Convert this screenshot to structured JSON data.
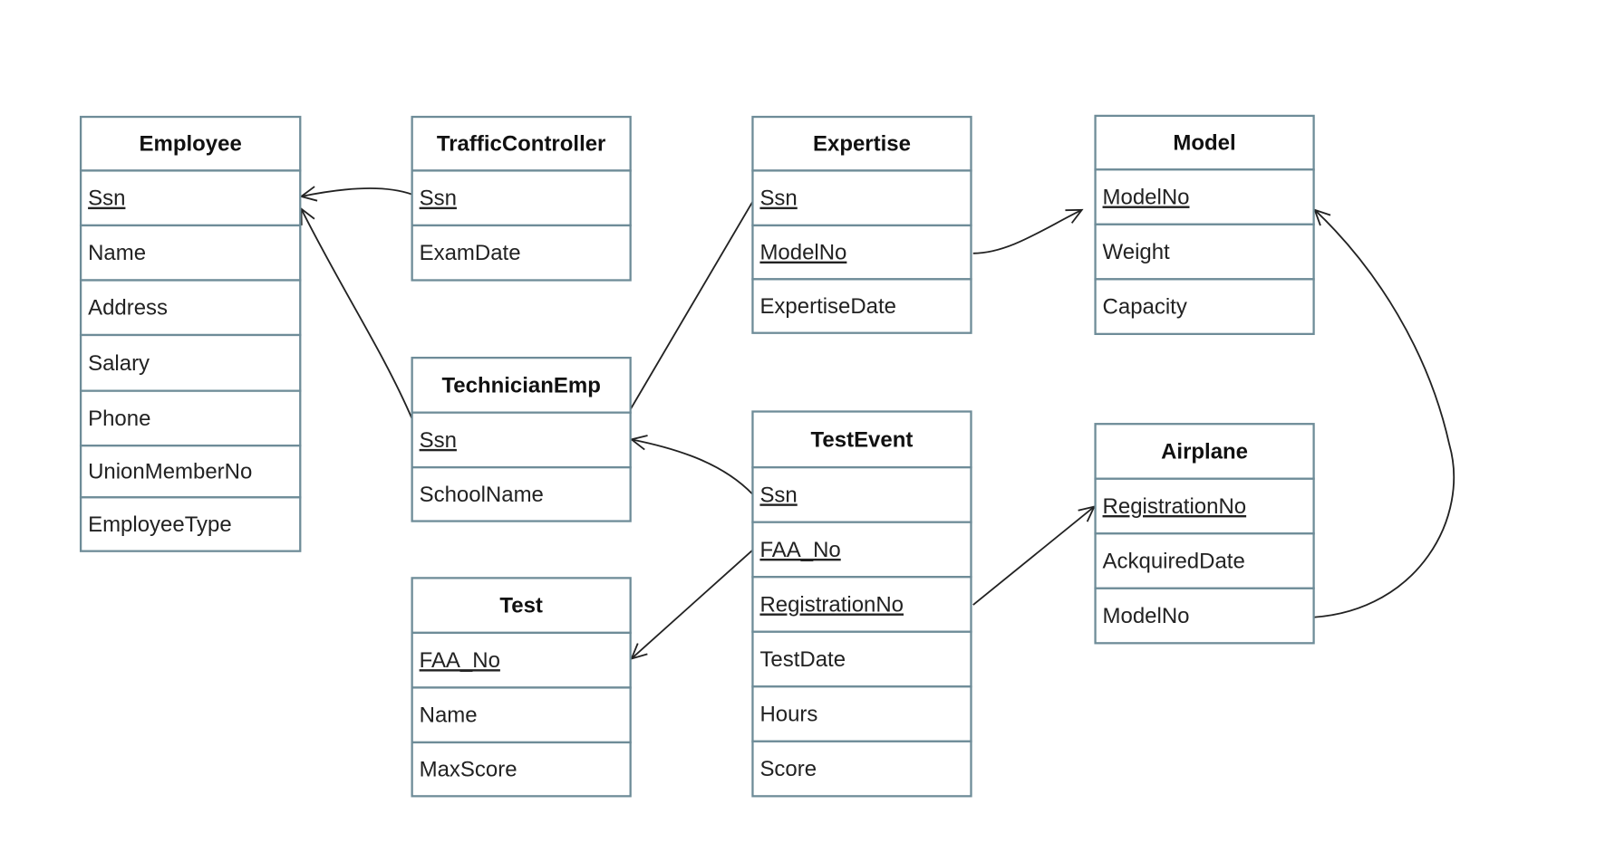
{
  "entities": [
    {
      "id": "employee",
      "title": "Employee",
      "attributes": [
        {
          "name": "Ssn",
          "key": true
        },
        {
          "name": "Name"
        },
        {
          "name": "Address"
        },
        {
          "name": "Salary"
        },
        {
          "name": "Phone"
        },
        {
          "name": "UnionMemberNo"
        },
        {
          "name": "EmployeeType"
        }
      ]
    },
    {
      "id": "trafficcontroller",
      "title": "TrafficController",
      "attributes": [
        {
          "name": "Ssn",
          "key": true
        },
        {
          "name": "ExamDate"
        }
      ]
    },
    {
      "id": "expertise",
      "title": "Expertise",
      "attributes": [
        {
          "name": "Ssn",
          "key": true
        },
        {
          "name": "ModelNo",
          "key": true
        },
        {
          "name": "ExpertiseDate"
        }
      ]
    },
    {
      "id": "model",
      "title": "Model",
      "attributes": [
        {
          "name": "ModelNo",
          "key": true
        },
        {
          "name": "Weight"
        },
        {
          "name": "Capacity"
        }
      ]
    },
    {
      "id": "technicianemp",
      "title": "TechnicianEmp",
      "attributes": [
        {
          "name": "Ssn",
          "key": true
        },
        {
          "name": "SchoolName"
        }
      ]
    },
    {
      "id": "testevent",
      "title": "TestEvent",
      "attributes": [
        {
          "name": "Ssn",
          "key": true
        },
        {
          "name": "FAA_No",
          "key": true
        },
        {
          "name": "RegistrationNo",
          "key": true
        },
        {
          "name": "TestDate"
        },
        {
          "name": "Hours"
        },
        {
          "name": "Score"
        }
      ]
    },
    {
      "id": "airplane",
      "title": "Airplane",
      "attributes": [
        {
          "name": "RegistrationNo",
          "key": true
        },
        {
          "name": "AckquiredDate"
        },
        {
          "name": "ModelNo"
        }
      ]
    },
    {
      "id": "test",
      "title": "Test",
      "attributes": [
        {
          "name": "FAA_No",
          "key": true
        },
        {
          "name": "Name"
        },
        {
          "name": "MaxScore"
        }
      ]
    }
  ],
  "relationships": [
    {
      "from": "trafficcontroller.Ssn",
      "to": "employee.Ssn"
    },
    {
      "from": "technicianemp.Ssn",
      "to": "employee.Ssn"
    },
    {
      "from": "expertise.Ssn",
      "to": "technicianemp.Ssn"
    },
    {
      "from": "expertise.ModelNo",
      "to": "model.ModelNo"
    },
    {
      "from": "testevent.Ssn",
      "to": "technicianemp.Ssn"
    },
    {
      "from": "testevent.FAA_No",
      "to": "test.FAA_No"
    },
    {
      "from": "testevent.RegistrationNo",
      "to": "airplane.RegistrationNo"
    },
    {
      "from": "airplane.ModelNo",
      "to": "model.ModelNo"
    }
  ]
}
